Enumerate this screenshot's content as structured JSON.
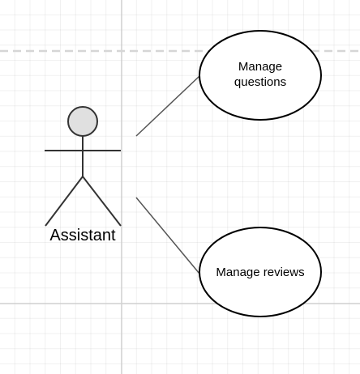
{
  "diagram": {
    "actor": {
      "name": "Assistant"
    },
    "use_cases": [
      {
        "lines": [
          "Manage",
          "questions"
        ]
      },
      {
        "lines": [
          "Manage reviews"
        ]
      }
    ]
  },
  "colors": {
    "actor_head_fill": "#e0e0e0",
    "stroke": "#333333",
    "association_line": "#555555",
    "grid_major": "#d0d0d0",
    "page_break": "#d6d6d6"
  }
}
